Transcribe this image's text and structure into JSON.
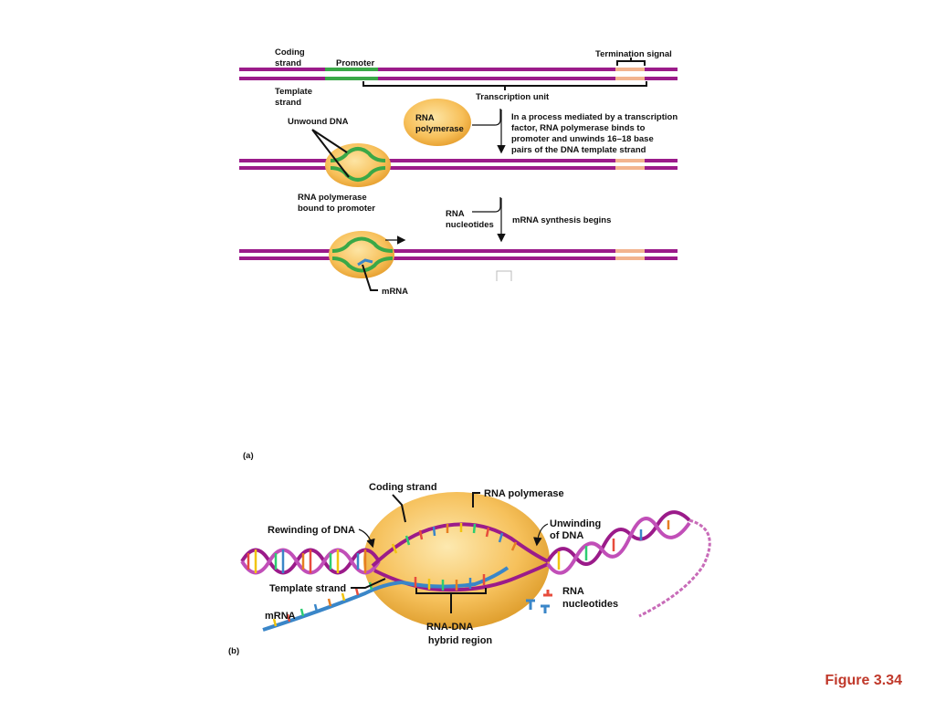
{
  "part_a": {
    "panel_label": "(a)",
    "coding_strand": [
      "Coding",
      "strand"
    ],
    "promoter": "Promoter",
    "termination_signal": "Termination signal",
    "template_strand": [
      "Template",
      "strand"
    ],
    "transcription_unit": "Transcription unit",
    "rna_polymerase": [
      "RNA",
      "polymerase"
    ],
    "step1_description": [
      "In a process mediated by a transcription",
      "factor, RNA polymerase binds to",
      "promoter and unwinds 16–18 base",
      "pairs of the DNA template strand"
    ],
    "unwound_dna": "Unwound DNA",
    "polymerase_bound": [
      "RNA polymerase",
      "bound to promoter"
    ],
    "rna_nucleotides": [
      "RNA",
      "nucleotides"
    ],
    "step2_description": "mRNA synthesis begins",
    "mrna": "mRNA"
  },
  "part_b": {
    "panel_label": "(b)",
    "coding_strand": "Coding strand",
    "rna_polymerase": "RNA polymerase",
    "rewinding": "Rewinding of DNA",
    "unwinding": [
      "Unwinding",
      "of DNA"
    ],
    "template_strand": "Template strand",
    "rna_nucleotides": [
      "RNA",
      "nucleotides"
    ],
    "mrna": "mRNA",
    "hybrid_region": [
      "RNA-DNA",
      "hybrid region"
    ]
  },
  "figure_caption": "Figure 3.34",
  "colors": {
    "dna_strand": "#9b1b8a",
    "promoter": "#3aa847",
    "termination": "#f2b48f",
    "polymerase": "#f7c05a",
    "mrna": "#3a86c8"
  }
}
